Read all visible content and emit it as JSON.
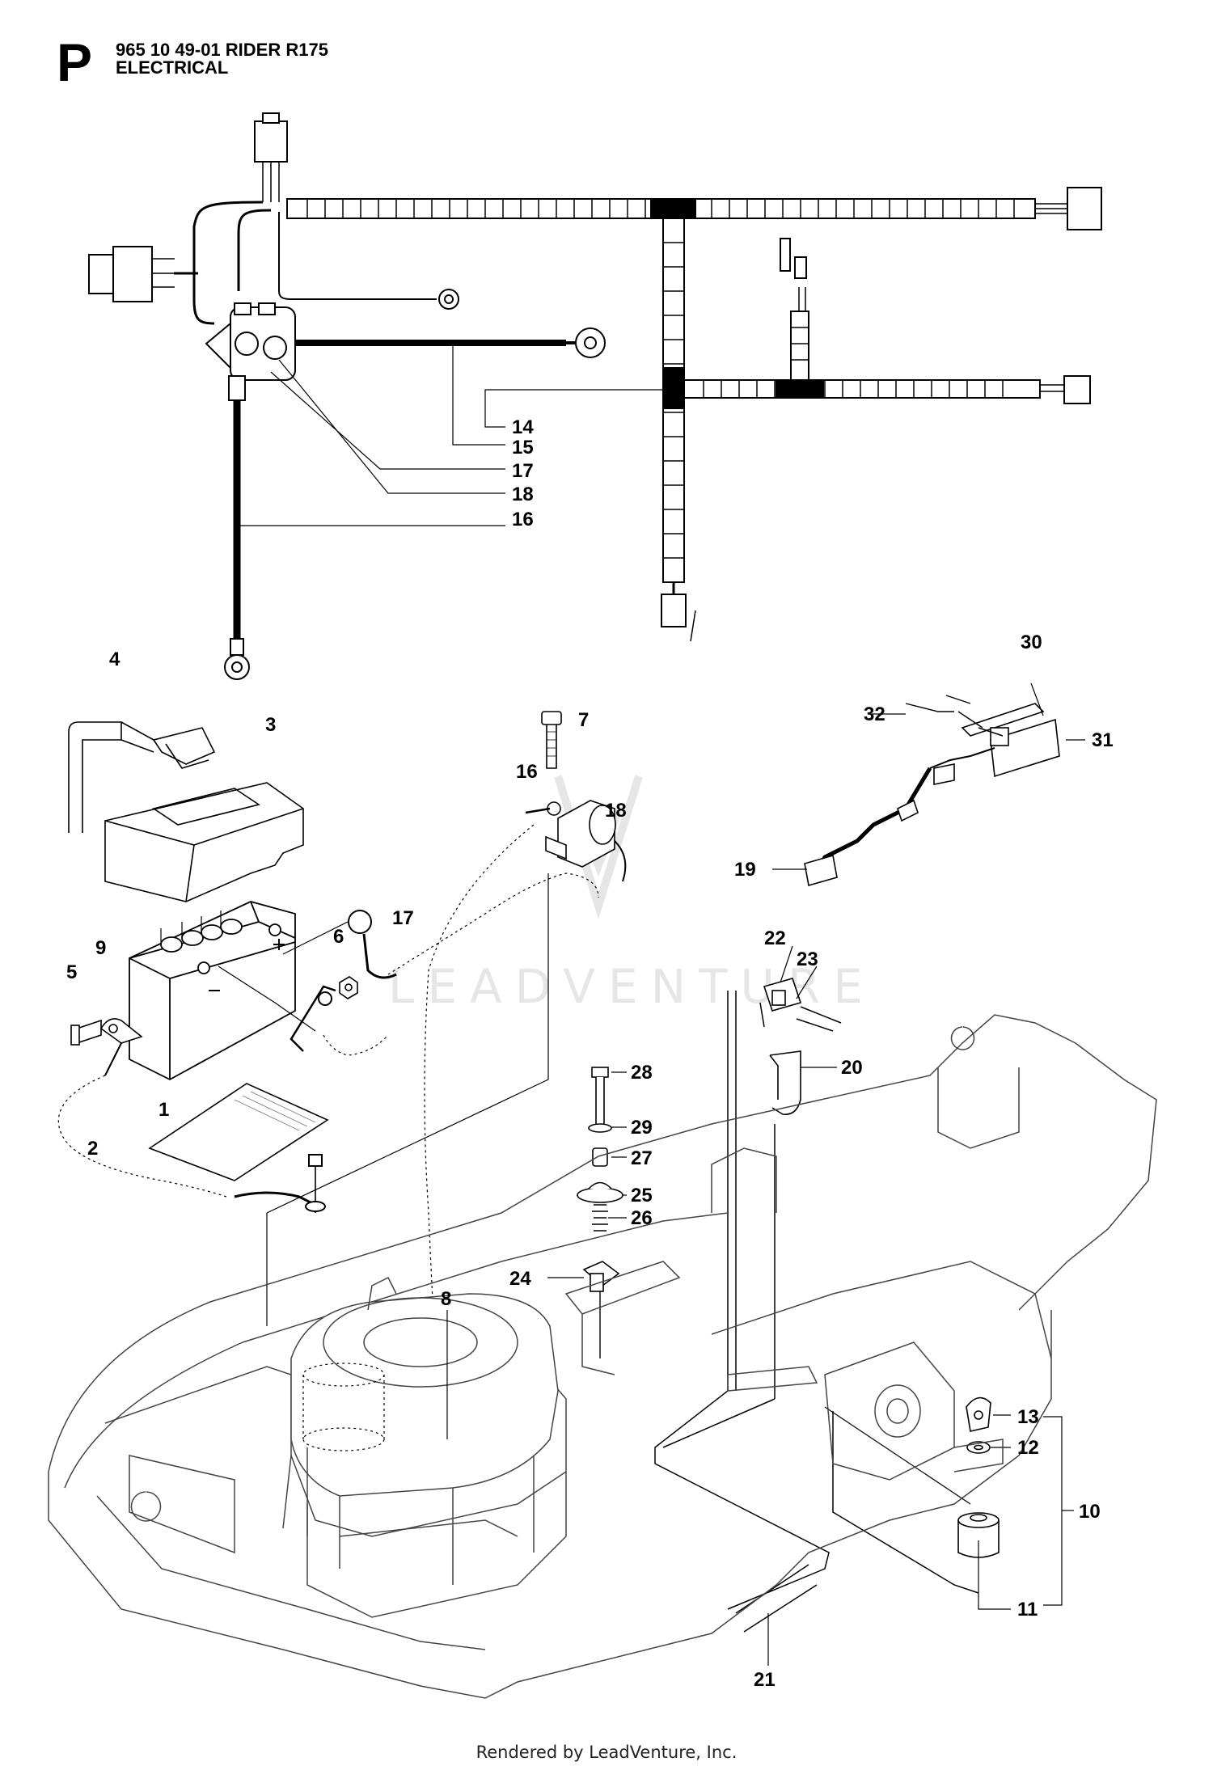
{
  "header": {
    "section_letter": "P",
    "model_line": "965 10 49-01 RIDER R175",
    "section_name": "ELECTRICAL"
  },
  "callouts": {
    "c1": "1",
    "c2": "2",
    "c3": "3",
    "c4": "4",
    "c5": "5",
    "c6": "6",
    "c7": "7",
    "c8": "8",
    "c9": "9",
    "c10": "10",
    "c11": "11",
    "c12": "12",
    "c13": "13",
    "c14": "14",
    "c15": "15",
    "c16a": "16",
    "c16b": "16",
    "c17a": "17",
    "c17b": "17",
    "c18a": "18",
    "c18b": "18",
    "c19": "19",
    "c20": "20",
    "c21": "21",
    "c22": "22",
    "c23": "23",
    "c24": "24",
    "c25": "25",
    "c26": "26",
    "c27": "27",
    "c28": "28",
    "c29": "29",
    "c30": "30",
    "c31": "31",
    "c32": "32"
  },
  "watermark": "LEADVENTURE",
  "footer": "Rendered by LeadVenture, Inc.",
  "colors": {
    "line": "#000000",
    "faint": "#777777",
    "watermark": "#e6e6e6"
  }
}
